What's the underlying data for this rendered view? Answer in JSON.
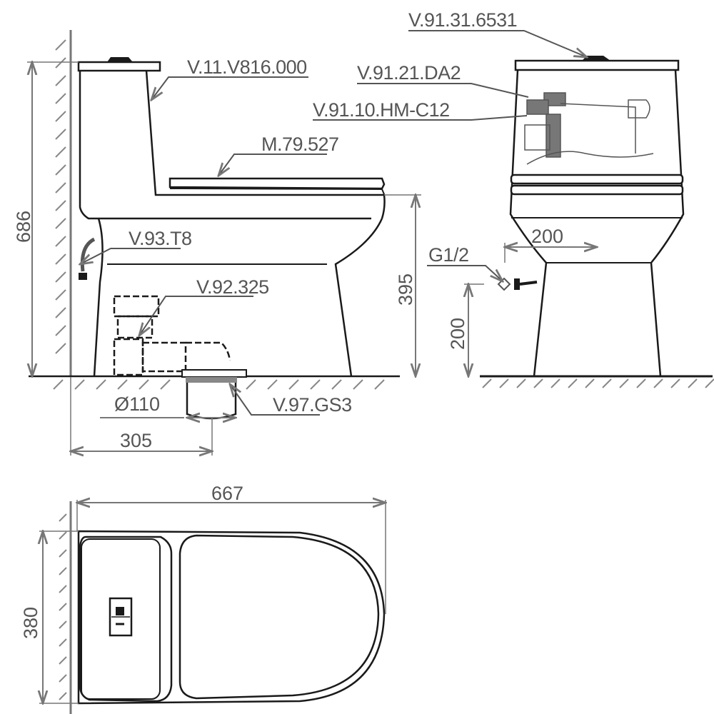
{
  "drawing": {
    "type": "one-piece toilet technical dimension drawing",
    "views": [
      "side view",
      "front view",
      "top view"
    ]
  },
  "part_labels": {
    "flush_button": "V.91.31.6531",
    "body": "V.11.V816.000",
    "flush_valve": "V.91.21.DA2",
    "fill_valve": "V.91.10.HM-C12",
    "seat": "M.79.527",
    "hose": "V.93.T8",
    "drain_adapter": "V.92.325",
    "floor_flange": "V.97.GS3",
    "inlet_thread": "G1/2"
  },
  "dimensions": {
    "total_height": "686",
    "seat_height": "395",
    "drain_diameter": "Ø110",
    "rough_in": "305",
    "inlet_offset": "200",
    "inlet_height": "200",
    "total_length": "667",
    "total_width": "380"
  },
  "colors": {
    "line": "#1a1a1a",
    "dim_line": "#777777",
    "text": "#555555"
  }
}
